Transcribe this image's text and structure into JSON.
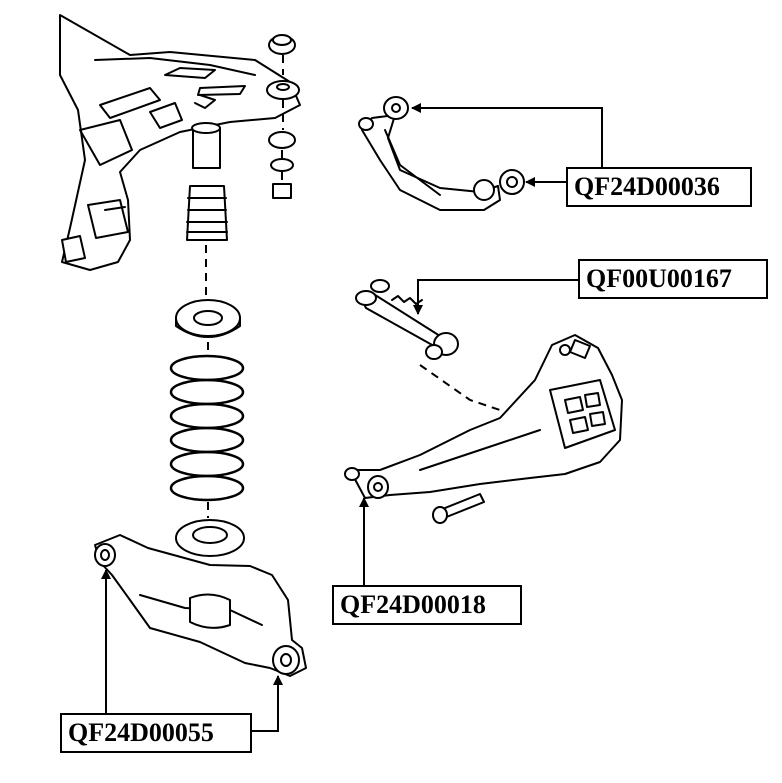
{
  "diagram": {
    "labels": [
      {
        "id": "lbl-1",
        "part_number": "QF24D00036"
      },
      {
        "id": "lbl-2",
        "part_number": "QF00U00167"
      },
      {
        "id": "lbl-3",
        "part_number": "QF24D00018"
      },
      {
        "id": "lbl-4",
        "part_number": "QF24D00055"
      }
    ],
    "colors": {
      "line": "#000000",
      "background": "#ffffff"
    }
  }
}
